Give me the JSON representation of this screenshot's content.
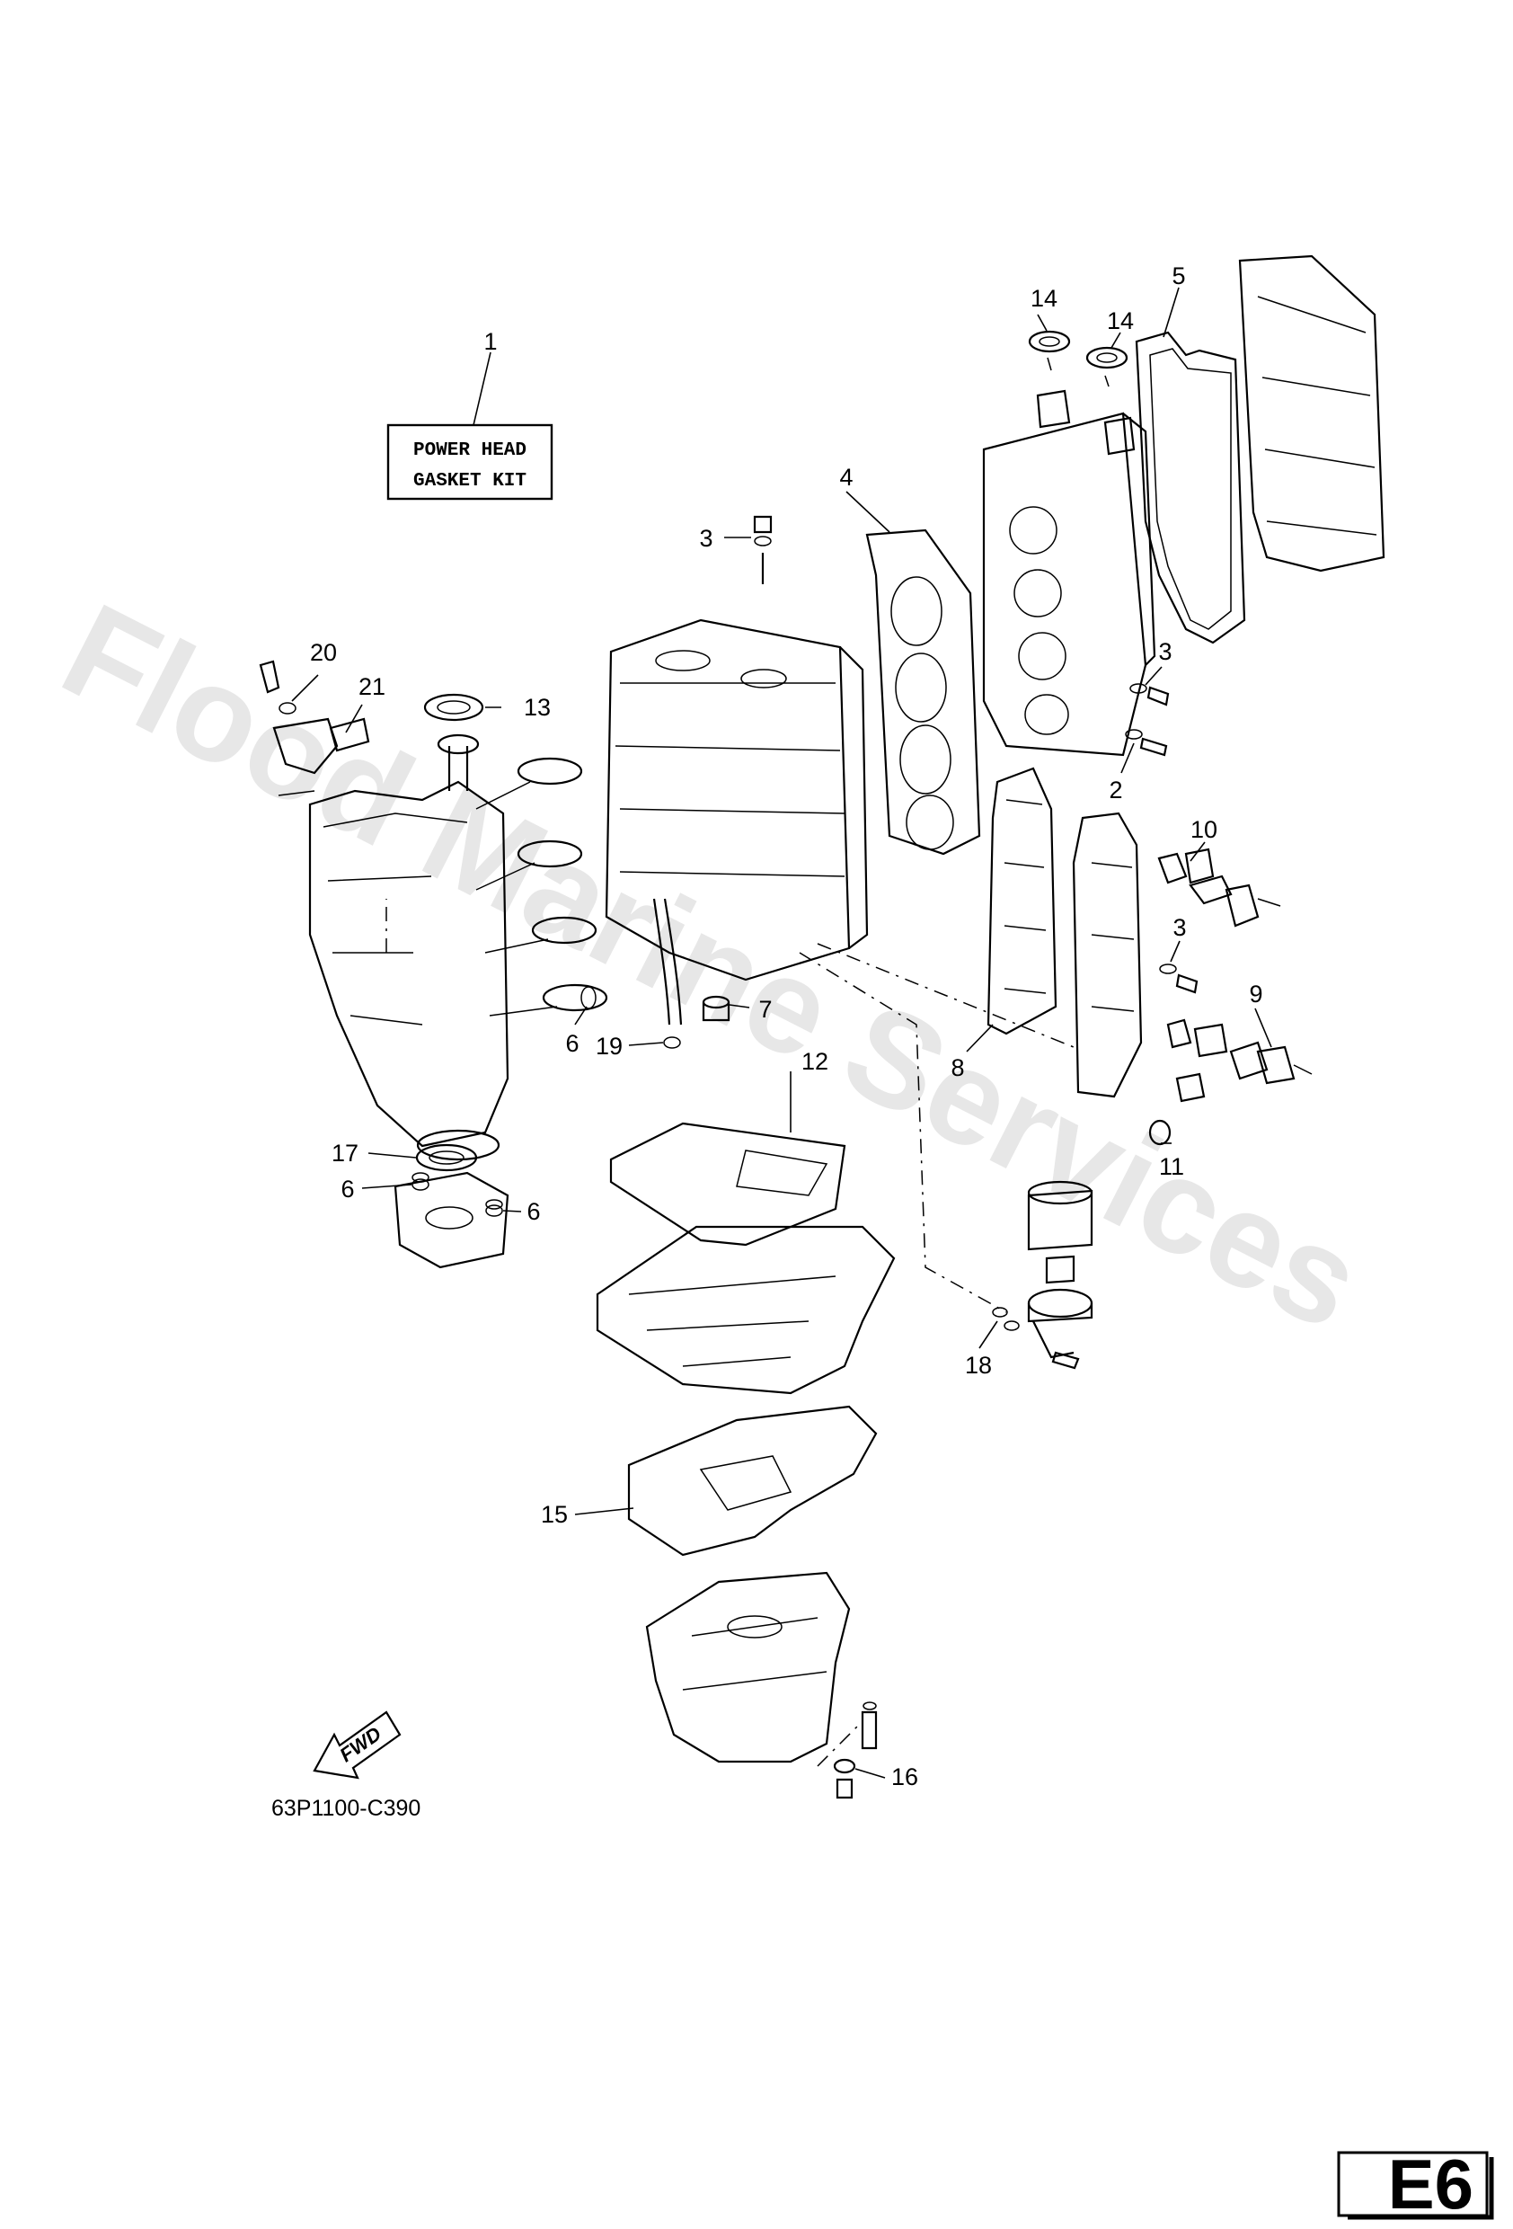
{
  "kit_label": {
    "line1": "POWER HEAD",
    "line2": "GASKET KIT"
  },
  "drawing_code": "63P1100-C390",
  "page_id": "E6",
  "fwd_arrow_text": "FWD",
  "watermark": "Flood Marine Services",
  "callouts": [
    "1",
    "2",
    "3",
    "3",
    "3",
    "4",
    "5",
    "6",
    "6",
    "6",
    "7",
    "8",
    "9",
    "10",
    "11",
    "12",
    "13",
    "14",
    "14",
    "15",
    "16",
    "17",
    "18",
    "19",
    "20",
    "21"
  ]
}
